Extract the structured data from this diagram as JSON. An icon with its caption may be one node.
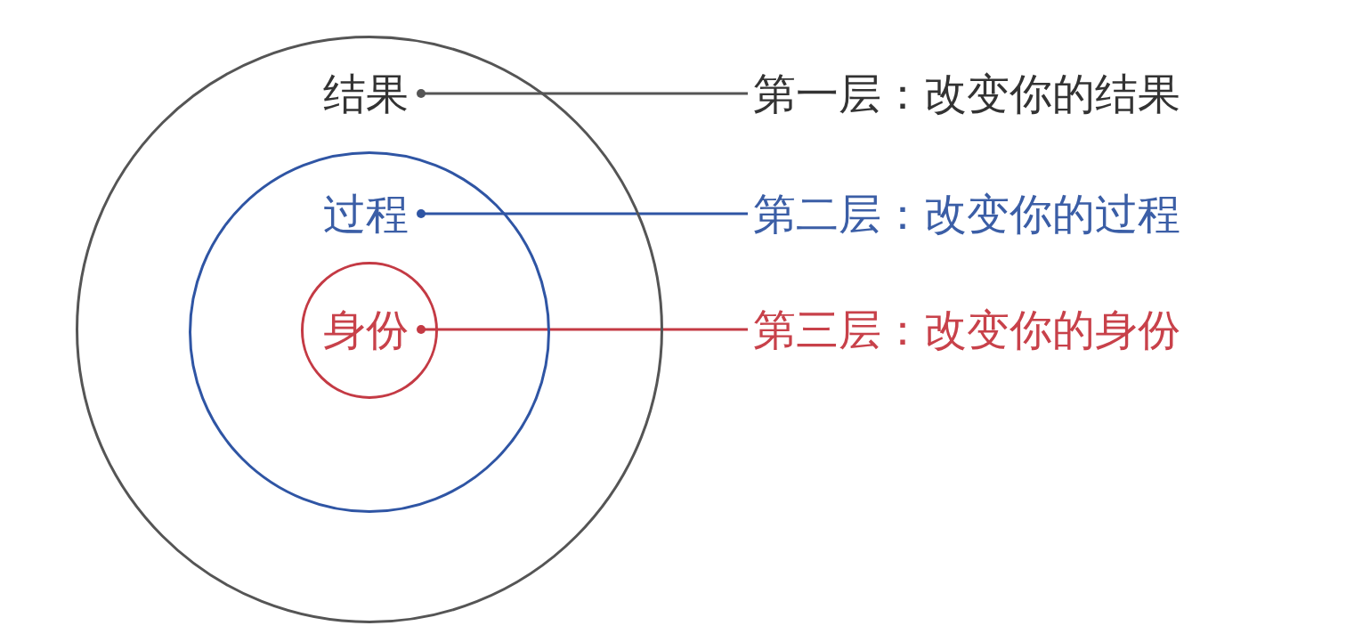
{
  "diagram": {
    "nodes": [
      {
        "text": [
          "结果"
        ]
      },
      {
        "text": [
          "过程"
        ],
        "in": 0
      },
      {
        "text": [
          "身份"
        ],
        "in": 1
      },
      {
        "text": [
          "第一层：改变你的结果"
        ]
      },
      {
        "text": [
          "第二层：改变你的过程"
        ]
      },
      {
        "text": [
          "第三层：改变你的身份"
        ]
      }
    ],
    "edges": [
      {
        "from": 0,
        "to": 3,
        "arrow": "other",
        "color": "#555555"
      },
      {
        "from": 1,
        "to": 4,
        "arrow": "other",
        "color": "#2f55a4"
      },
      {
        "from": 2,
        "to": 5,
        "arrow": "other",
        "color": "#c43a44"
      }
    ]
  }
}
